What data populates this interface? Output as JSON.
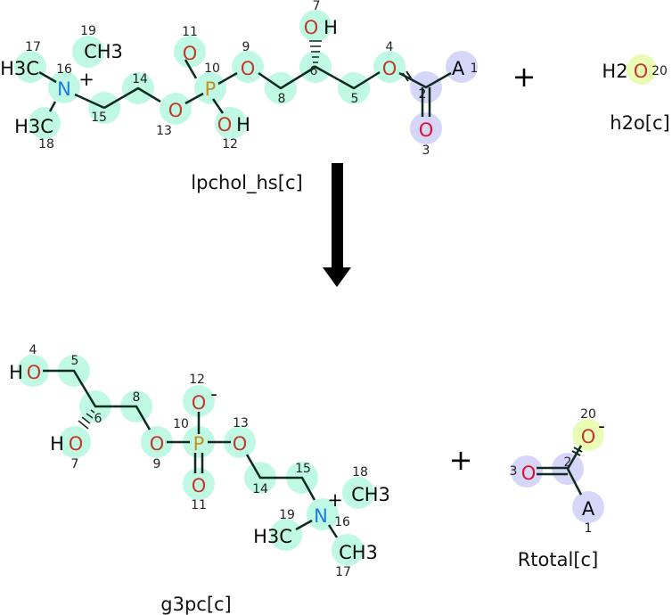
{
  "reaction": {
    "arrow": "down-arrow",
    "plus": "+"
  },
  "lpchol": {
    "name": "lpchol_hs[c]",
    "atoms": {
      "a1": {
        "label": "A",
        "num": "1"
      },
      "a2": {
        "num": "2"
      },
      "a3": {
        "label": "O",
        "num": "3"
      },
      "a4": {
        "label": "O",
        "num": "4"
      },
      "a5": {
        "num": "5"
      },
      "a6": {
        "num": "6"
      },
      "a7": {
        "label": "O",
        "h": "H",
        "num": "7"
      },
      "a8": {
        "num": "8"
      },
      "a9": {
        "label": "O",
        "num": "9"
      },
      "a10": {
        "label": "P",
        "num": "10"
      },
      "a11": {
        "label": "O",
        "num": "11"
      },
      "a12": {
        "label": "O",
        "h": "H",
        "num": "12"
      },
      "a13": {
        "label": "O",
        "num": "13"
      },
      "a14": {
        "num": "14"
      },
      "a15": {
        "num": "15"
      },
      "a16": {
        "label": "N",
        "charge": "+",
        "num": "16"
      },
      "a17": {
        "label": "H3C",
        "num": "17"
      },
      "a18": {
        "label": "H3C",
        "num": "18"
      },
      "a19": {
        "label": "CH3",
        "num": "19"
      }
    }
  },
  "h2o": {
    "name": "h2o[c]",
    "atoms": {
      "a20": {
        "h": "H2",
        "label": "O",
        "num": "20"
      }
    }
  },
  "g3pc": {
    "name": "g3pc[c]",
    "atoms": {
      "a4": {
        "h": "H",
        "label": "O",
        "num": "4"
      },
      "a5": {
        "num": "5"
      },
      "a6": {
        "num": "6"
      },
      "a7": {
        "h": "H",
        "label": "O",
        "num": "7"
      },
      "a8": {
        "num": "8"
      },
      "a9": {
        "label": "O",
        "num": "9"
      },
      "a10": {
        "label": "P",
        "num": "10"
      },
      "a11": {
        "label": "O",
        "num": "11"
      },
      "a12": {
        "label": "O",
        "charge": "-",
        "num": "12"
      },
      "a13": {
        "label": "O",
        "num": "13"
      },
      "a14": {
        "num": "14"
      },
      "a15": {
        "num": "15"
      },
      "a16": {
        "label": "N",
        "charge": "+",
        "num": "16"
      },
      "a17": {
        "label": "CH3",
        "num": "17"
      },
      "a18": {
        "label": "CH3",
        "num": "18"
      },
      "a19": {
        "label": "H3C",
        "num": "19"
      }
    }
  },
  "rtotal": {
    "name": "Rtotal[c]",
    "atoms": {
      "a1": {
        "label": "A",
        "num": "1"
      },
      "a2": {
        "num": "2"
      },
      "a3": {
        "label": "O",
        "num": "3"
      },
      "a20": {
        "label": "O",
        "charge": "-",
        "num": "20"
      }
    }
  },
  "colors": {
    "reactant_highlight": "#bff9e3",
    "moved_group": "#d6d6f9",
    "water": "#eafbb5"
  }
}
